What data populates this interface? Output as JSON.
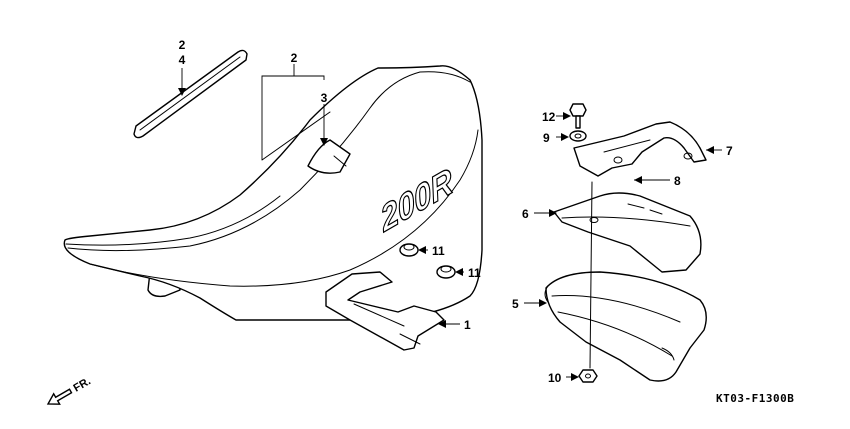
{
  "diagram": {
    "drawing_code": "KT03-F1300B",
    "direction_label": "FR.",
    "seat_logo": "200R",
    "callouts": [
      {
        "id": "c-2a",
        "label": "2"
      },
      {
        "id": "c-4",
        "label": "4"
      },
      {
        "id": "c-2b",
        "label": "2"
      },
      {
        "id": "c-3",
        "label": "3"
      },
      {
        "id": "c-12",
        "label": "12"
      },
      {
        "id": "c-9",
        "label": "9"
      },
      {
        "id": "c-7",
        "label": "7"
      },
      {
        "id": "c-8",
        "label": "8"
      },
      {
        "id": "c-6",
        "label": "6"
      },
      {
        "id": "c-11a",
        "label": "11"
      },
      {
        "id": "c-11b",
        "label": "11"
      },
      {
        "id": "c-1",
        "label": "1"
      },
      {
        "id": "c-5",
        "label": "5"
      },
      {
        "id": "c-10",
        "label": "10"
      }
    ]
  }
}
